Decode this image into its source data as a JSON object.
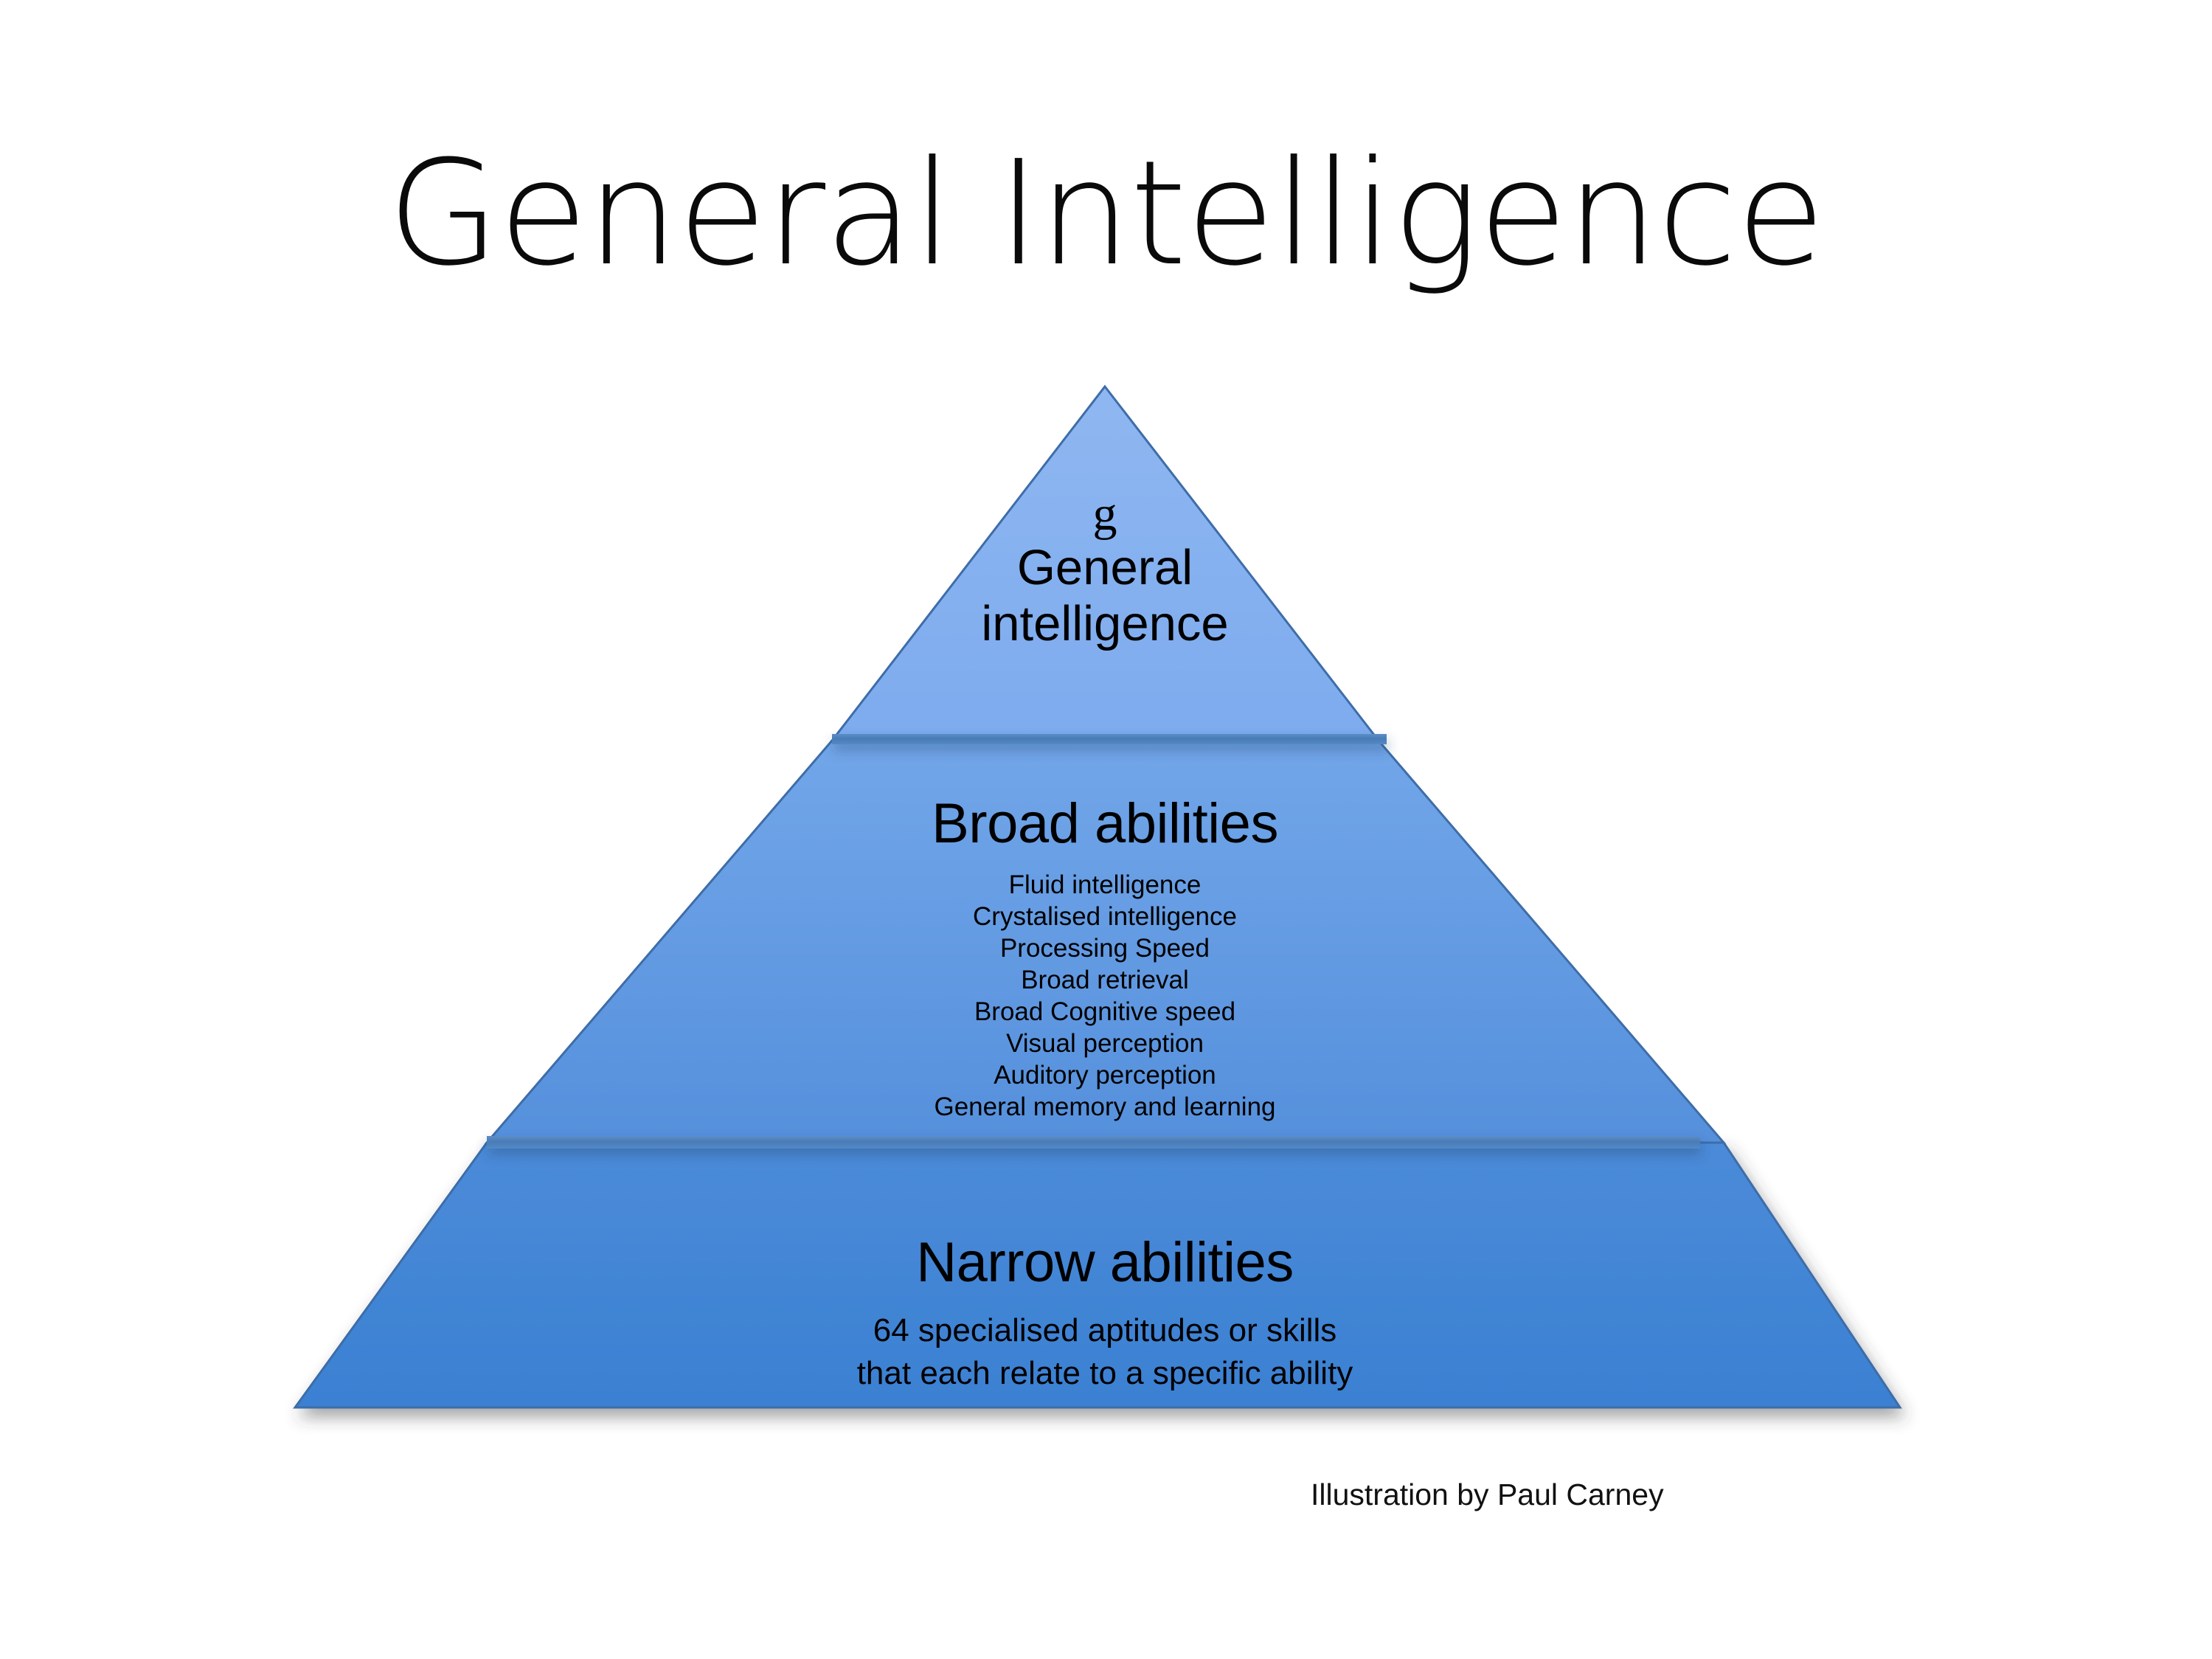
{
  "slide": {
    "title": "General Intelligence",
    "background_color": "#ffffff",
    "credit": "Illustration by Paul Carney"
  },
  "chart_data": {
    "type": "pyramid",
    "title": "General Intelligence",
    "orientation": "apex-up",
    "levels": 3,
    "tiers": [
      {
        "position": "top",
        "symbol": "g",
        "heading_line1": "General",
        "heading_line2": "intelligence",
        "items": [],
        "fill_color": "#86B1EF",
        "outline_color": "#3E6DA8"
      },
      {
        "position": "middle",
        "heading": "Broad abilities",
        "items": [
          "Fluid intelligence",
          "Crystalised intelligence",
          "Processing Speed",
          "Broad retrieval",
          "Broad Cognitive speed",
          "Visual perception",
          "Auditory perception",
          "General memory and learning"
        ],
        "item_count": 8,
        "fill_color_top": "#6FA4E8",
        "fill_color_bottom": "#5892DD",
        "outline_color": "#3E6DA8"
      },
      {
        "position": "bottom",
        "heading": "Narrow abilities",
        "body_line1": "64 specialised aptitudes or skills",
        "body_line2": "that each relate to a specific ability",
        "count": 64,
        "items": [],
        "fill_color_top": "#4A8AD8",
        "fill_color_bottom": "#3A80D2",
        "outline_color": "#3E6DA8"
      }
    ],
    "divider_color": "#4D82C0",
    "text_color": "#000000"
  }
}
